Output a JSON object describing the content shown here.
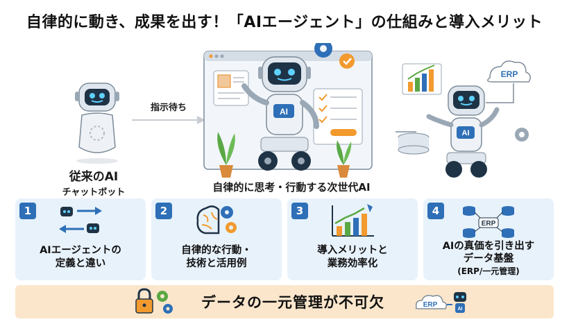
{
  "title": "自律的に動き、成果を出す！「AIエージェント」の仕組みと導入メリット",
  "left": {
    "label": "従来のAI",
    "sublabel": "チャットボット",
    "arrow_text": "指示待ち"
  },
  "center": {
    "caption": "自律的に思考・行動する次世代AI",
    "robot_badge": "AI"
  },
  "right": {
    "cloud_label": "ERP",
    "robot_badge": "AI"
  },
  "cards": [
    {
      "number": "1",
      "line1": "AIエージェントの",
      "line2": "定義と違い",
      "line3": ""
    },
    {
      "number": "2",
      "line1": "自律的な行動・",
      "line2": "技術と活用例",
      "line3": ""
    },
    {
      "number": "3",
      "line1": "導入メリットと",
      "line2": "業務効率化",
      "line3": ""
    },
    {
      "number": "4",
      "line1": "AIの真価を引き出す",
      "line2": "データ基盤",
      "line3": "(ERP/一元管理)",
      "erp_label": "ERP"
    }
  ],
  "banner": {
    "text": "データの一元管理が不可欠",
    "erp_label": "ERP",
    "robot_badge": "AI"
  },
  "colors": {
    "card_bg": "#e8f2fb",
    "number_badge": "#2e6fb7",
    "banner_bg": "#fbe6cc",
    "robot_body": "#dfe6ee",
    "robot_face": "#1f3346",
    "eye": "#5fd1ff",
    "accent_orange": "#f29a2e",
    "plant_green": "#5aa845"
  }
}
